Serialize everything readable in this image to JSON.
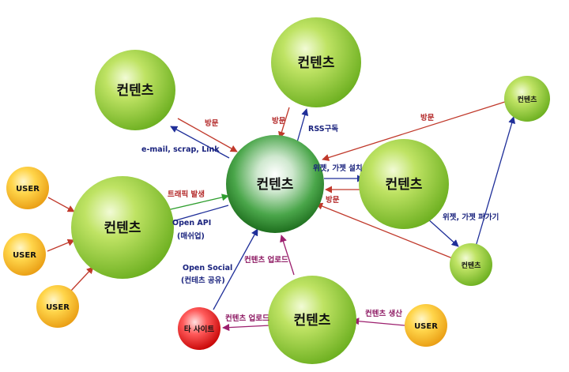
{
  "nodes": {
    "center": "컨텐츠",
    "top_left": "컨텐츠",
    "top": "컨텐츠",
    "right": "컨텐츠",
    "left": "컨텐츠",
    "bottom": "컨텐츠",
    "far_right": "컨텐츠",
    "small_right": "컨텐츠",
    "user_1": "USER",
    "user_2": "USER",
    "user_3": "USER",
    "user_4": "USER",
    "other_site": "타 사이트"
  },
  "edges": {
    "visit_top_left": "방문",
    "email_scrap_link": "e-mail, scrap, Link",
    "visit_top": "방문",
    "rss": "RSS구독",
    "visit_far_right": "방문",
    "widget_install": "위젯, 가젯 설치",
    "visit_right": "방문",
    "widget_spread": "위젯, 가젯 퍼가기",
    "traffic": "트래픽 발생",
    "open_api": "Open API",
    "mashup": "(매쉬업)",
    "open_social": "Open Social",
    "content_share": "(컨테츠 공유)",
    "upload_center": "컨텐츠 업로드",
    "upload_other": "컨텐츠 업로드",
    "produce": "컨텐츠 생산"
  },
  "colors": {
    "red_arrow": "#c0392b",
    "navy_arrow": "#1f2f99",
    "green_arrow": "#2e9e2e",
    "magenta_arrow": "#9c1f6e",
    "red_text": "#b42a2a",
    "navy_text": "#1a237e",
    "magenta_text": "#8e1a63"
  }
}
